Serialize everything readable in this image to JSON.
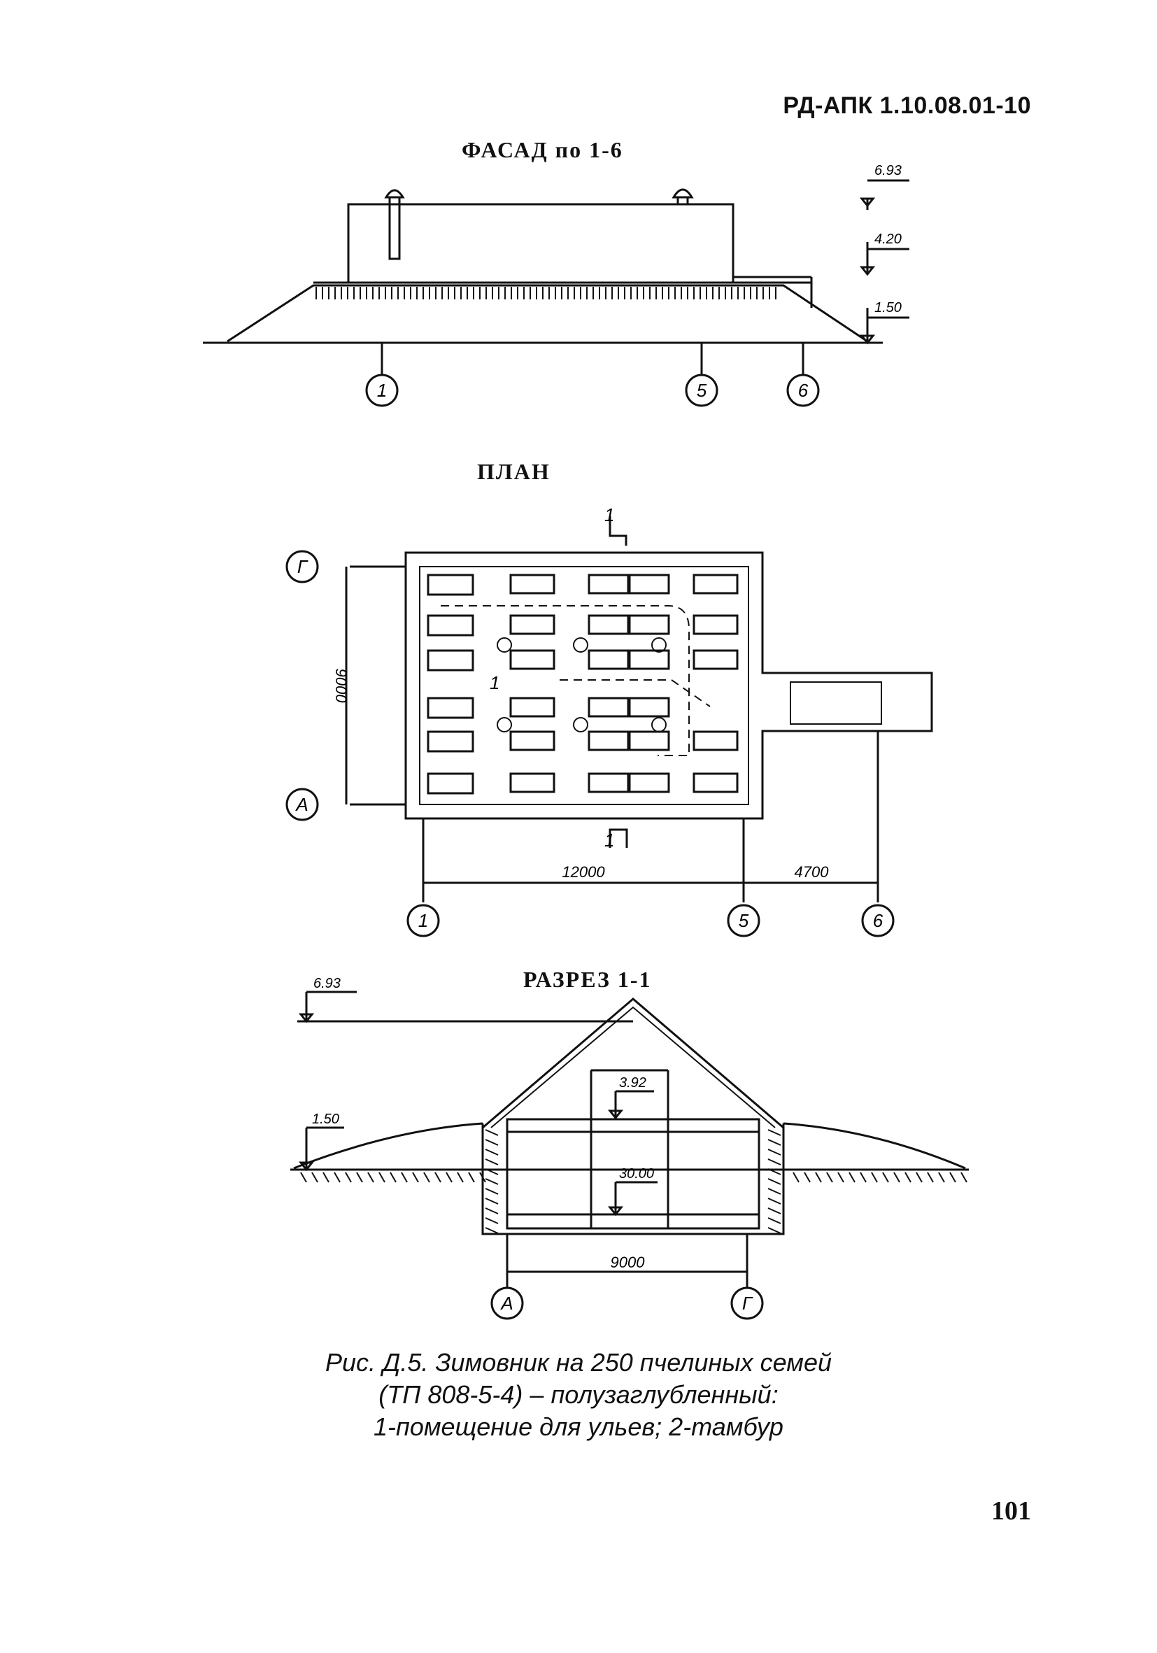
{
  "header": {
    "doc_code": "РД-АПК 1.10.08.01-10"
  },
  "facade": {
    "title": "ФАСАД по 1-6",
    "levels": [
      "6.93",
      "4.20",
      "1.50"
    ],
    "axes": [
      "1",
      "5",
      "6"
    ]
  },
  "plan": {
    "title": "ПЛАН",
    "section_mark": "1",
    "room_label": "1",
    "dim_vertical": "9000",
    "dim_horizontal_main": "12000",
    "dim_horizontal_tambour": "4700",
    "axes_horizontal": [
      "1",
      "5",
      "6"
    ],
    "axes_vertical": [
      "Г",
      "А"
    ]
  },
  "section": {
    "title": "РАЗРЕЗ 1-1",
    "levels": [
      "6.93",
      "1.50",
      "3.92",
      "30.00"
    ],
    "dim": "9000",
    "axes": [
      "А",
      "Г"
    ]
  },
  "caption": {
    "line1": "Рис. Д.5. Зимовник на 250 пчелиных семей",
    "line2": "(ТП 808-5-4) – полузаглубленный:",
    "line3": "1-помещение для ульев; 2-тамбур"
  },
  "page_number": "101"
}
